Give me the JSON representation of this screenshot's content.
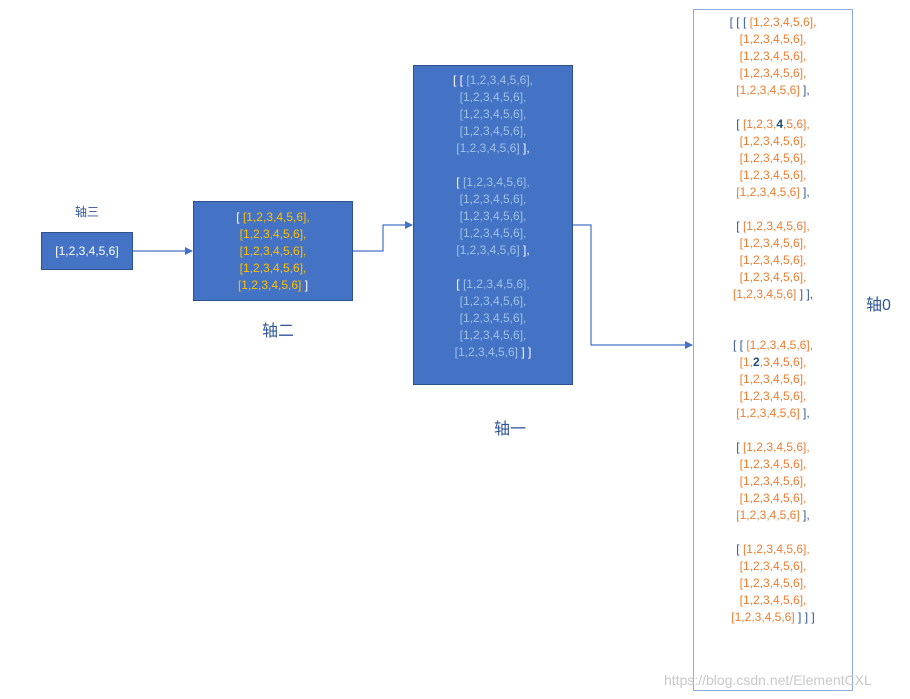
{
  "labels": {
    "axis3": "轴三",
    "axis2": "轴二",
    "axis1": "轴一",
    "axis0": "轴0"
  },
  "box1": {
    "text": "[1,2,3,4,5,6]"
  },
  "box2": {
    "lines": [
      {
        "parts": [
          {
            "t": "[ ",
            "c": "w"
          },
          {
            "t": "[1,2,3,4,5,6],",
            "c": "y"
          }
        ]
      },
      {
        "parts": [
          {
            "t": "[1,2,3,4,5,6],",
            "c": "y"
          }
        ]
      },
      {
        "parts": [
          {
            "t": "[1,2,3,4,5,6],",
            "c": "y"
          }
        ]
      },
      {
        "parts": [
          {
            "t": "[1,2,3,4,5,6],",
            "c": "y"
          }
        ]
      },
      {
        "parts": [
          {
            "t": "[1,2,3,4,5,6]",
            "c": "y"
          },
          {
            "t": " ]",
            "c": "w"
          }
        ]
      }
    ]
  },
  "box3": {
    "lines": [
      {
        "parts": [
          {
            "t": "[ [ ",
            "c": "w"
          },
          {
            "t": "[1,2,3,4,5,6],",
            "c": "c"
          }
        ]
      },
      {
        "parts": [
          {
            "t": "[1,2,3,4,5,6],",
            "c": "c"
          }
        ]
      },
      {
        "parts": [
          {
            "t": "[1,2,3,4,5,6],",
            "c": "c"
          }
        ]
      },
      {
        "parts": [
          {
            "t": "[1,2,3,4,5,6],",
            "c": "c"
          }
        ]
      },
      {
        "parts": [
          {
            "t": "[1,2,3,4,5,6]",
            "c": "c"
          },
          {
            "t": " ],",
            "c": "w"
          }
        ]
      },
      {
        "parts": []
      },
      {
        "parts": [
          {
            "t": "[ ",
            "c": "w"
          },
          {
            "t": "[1,2,3,4,5,6],",
            "c": "c"
          }
        ]
      },
      {
        "parts": [
          {
            "t": "[1,2,3,4,5,6],",
            "c": "c"
          }
        ]
      },
      {
        "parts": [
          {
            "t": "[1,2,3,4,5,6],",
            "c": "c"
          }
        ]
      },
      {
        "parts": [
          {
            "t": "[1,2,3,4,5,6],",
            "c": "c"
          }
        ]
      },
      {
        "parts": [
          {
            "t": "[1,2,3,4,5,6]",
            "c": "c"
          },
          {
            "t": " ],",
            "c": "w"
          }
        ]
      },
      {
        "parts": []
      },
      {
        "parts": [
          {
            "t": "[ ",
            "c": "w"
          },
          {
            "t": "[1,2,3,4,5,6],",
            "c": "c"
          }
        ]
      },
      {
        "parts": [
          {
            "t": "[1,2,3,4,5,6],",
            "c": "c"
          }
        ]
      },
      {
        "parts": [
          {
            "t": "[1,2,3,4,5,6],",
            "c": "c"
          }
        ]
      },
      {
        "parts": [
          {
            "t": "[1,2,3,4,5,6],",
            "c": "c"
          }
        ]
      },
      {
        "parts": [
          {
            "t": "[1,2,3,4,5,6]",
            "c": "c"
          },
          {
            "t": " ] ]",
            "c": "w"
          }
        ]
      }
    ]
  },
  "box4": {
    "lines": [
      {
        "parts": [
          {
            "t": "[ [ [ ",
            "c": "b"
          },
          {
            "t": "[1,2,3,4,5,6],",
            "c": "o"
          }
        ]
      },
      {
        "parts": [
          {
            "t": "[1,2,3,4,5,6],",
            "c": "o"
          }
        ]
      },
      {
        "parts": [
          {
            "t": "[1,2,3,4,5,6],",
            "c": "o"
          }
        ]
      },
      {
        "parts": [
          {
            "t": "[1,2,3,4,5,6],",
            "c": "o"
          }
        ]
      },
      {
        "parts": [
          {
            "t": "[1,2,3,4,5,6]",
            "c": "o"
          },
          {
            "t": " ],",
            "c": "b"
          }
        ]
      },
      {
        "parts": []
      },
      {
        "parts": [
          {
            "t": "[ ",
            "c": "b"
          },
          {
            "t": "[1,2,3,",
            "c": "o"
          },
          {
            "t": "4",
            "c": "k"
          },
          {
            "t": ",5,6],",
            "c": "o"
          }
        ]
      },
      {
        "parts": [
          {
            "t": "[1,2,3,4,5,6],",
            "c": "o"
          }
        ]
      },
      {
        "parts": [
          {
            "t": "[1,2,3,4,5,6],",
            "c": "o"
          }
        ]
      },
      {
        "parts": [
          {
            "t": "[1,2,3,4,5,6],",
            "c": "o"
          }
        ]
      },
      {
        "parts": [
          {
            "t": "[1,2,3,4,5,6]",
            "c": "o"
          },
          {
            "t": " ],",
            "c": "b"
          }
        ]
      },
      {
        "parts": []
      },
      {
        "parts": [
          {
            "t": "[ ",
            "c": "b"
          },
          {
            "t": "[1,2,3,4,5,6],",
            "c": "o"
          }
        ]
      },
      {
        "parts": [
          {
            "t": "[1,2,3,4,5,6],",
            "c": "o"
          }
        ]
      },
      {
        "parts": [
          {
            "t": "[1,2,3,4,5,6],",
            "c": "o"
          }
        ]
      },
      {
        "parts": [
          {
            "t": "[1,2,3,4,5,6],",
            "c": "o"
          }
        ]
      },
      {
        "parts": [
          {
            "t": "[1,2,3,4,5,6]",
            "c": "o"
          },
          {
            "t": " ] ],",
            "c": "b"
          }
        ]
      },
      {
        "parts": []
      },
      {
        "parts": []
      },
      {
        "parts": [
          {
            "t": "[ [ ",
            "c": "b"
          },
          {
            "t": "[1,2,3,4,5,6],",
            "c": "o"
          }
        ]
      },
      {
        "parts": [
          {
            "t": "[1,",
            "c": "o"
          },
          {
            "t": "2",
            "c": "k"
          },
          {
            "t": ",3,4,5,6],",
            "c": "o"
          }
        ]
      },
      {
        "parts": [
          {
            "t": "[1,2,3,4,5,6],",
            "c": "o"
          }
        ]
      },
      {
        "parts": [
          {
            "t": "[1,2,3,4,5,6],",
            "c": "o"
          }
        ]
      },
      {
        "parts": [
          {
            "t": "[1,2,3,4,5,6]",
            "c": "o"
          },
          {
            "t": " ],",
            "c": "b"
          }
        ]
      },
      {
        "parts": []
      },
      {
        "parts": [
          {
            "t": "[ ",
            "c": "b"
          },
          {
            "t": "[1,2,3,4,5,6],",
            "c": "o"
          }
        ]
      },
      {
        "parts": [
          {
            "t": "[1,2,3,4,5,6],",
            "c": "o"
          }
        ]
      },
      {
        "parts": [
          {
            "t": "[1,2,3,4,5,6],",
            "c": "o"
          }
        ]
      },
      {
        "parts": [
          {
            "t": "[1,2,3,4,5,6],",
            "c": "o"
          }
        ]
      },
      {
        "parts": [
          {
            "t": "[1,2,3,4,5,6]",
            "c": "o"
          },
          {
            "t": " ],",
            "c": "b"
          }
        ]
      },
      {
        "parts": []
      },
      {
        "parts": [
          {
            "t": "[ ",
            "c": "b"
          },
          {
            "t": "[1,2,3,4,5,6],",
            "c": "o"
          }
        ]
      },
      {
        "parts": [
          {
            "t": "[1,2,3,4,5,6],",
            "c": "o"
          }
        ]
      },
      {
        "parts": [
          {
            "t": "[1,2,3,4,5,6],",
            "c": "o"
          }
        ]
      },
      {
        "parts": [
          {
            "t": "[1,2,3,4,5,6],",
            "c": "o"
          }
        ]
      },
      {
        "parts": [
          {
            "t": "[1,2,3,4,5,6]",
            "c": "o"
          },
          {
            "t": " ] ] ]",
            "c": "b"
          }
        ]
      }
    ]
  },
  "watermark": "https://blog.csdn.net/ElementCXL"
}
